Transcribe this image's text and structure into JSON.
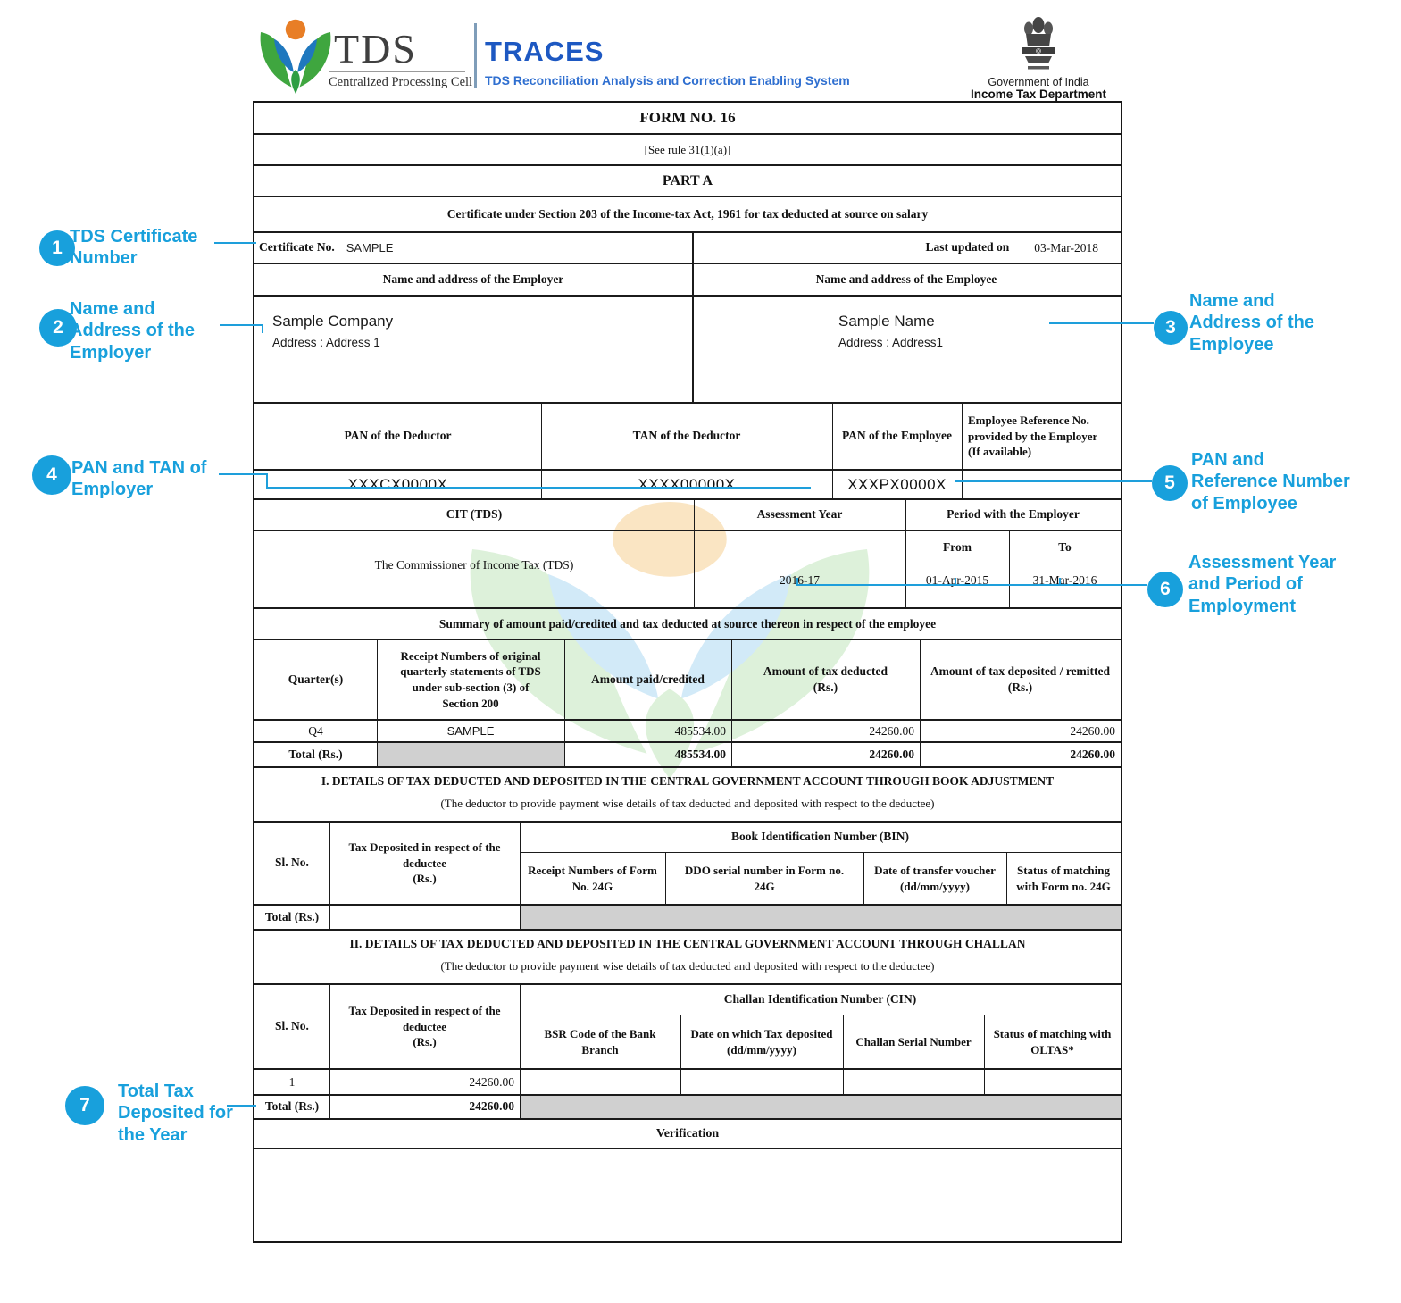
{
  "colors": {
    "accent_blue": "#18A0DC",
    "traces_blue": "#1D58C2",
    "traces_subtitle_blue": "#2F6FD0",
    "logo_green": "#3FA63F",
    "logo_blue": "#1F78BE",
    "logo_orange": "#E87E26",
    "watermark_green": "#DDF1DA",
    "watermark_blue": "#D2EAF8",
    "watermark_orange": "#FAE5C3",
    "table_gray_fill": "#D0D0D0"
  },
  "header": {
    "tds_title": "TDS",
    "tds_subtitle": "Centralized Processing Cell",
    "traces_title": "TRACES",
    "traces_subtitle": "TDS Reconciliation Analysis and Correction Enabling System",
    "govt_line1": "Government of India",
    "govt_line2": "Income Tax Department"
  },
  "form": {
    "title": "FORM NO. 16",
    "rule": "[See rule 31(1)(a)]",
    "part": "PART A",
    "certificate_heading": "Certificate under Section 203 of the Income-tax Act, 1961 for tax deducted at source on salary",
    "certificate_no_label": "Certificate No.",
    "certificate_no_value": "SAMPLE",
    "last_updated_label": "Last updated on",
    "last_updated_value": "03-Mar-2018",
    "employer_header": "Name and address of the Employer",
    "employee_header": "Name and address of the Employee",
    "employer_name": "Sample Company",
    "employer_address": "Address : Address 1",
    "employee_name": "Sample Name",
    "employee_address": "Address : Address1",
    "pan_headers": [
      "PAN of the Deductor",
      "TAN of the Deductor",
      "PAN of the Employee",
      "Employee Reference No.\nprovided by the Employer\n(If available)"
    ],
    "pan_values": [
      "XXXCX0000X",
      "XXXX00000X",
      "XXXPX0000X"
    ],
    "cit_header": "CIT (TDS)",
    "ay_header": "Assessment Year",
    "period_header": "Period with the Employer",
    "from_label": "From",
    "to_label": "To",
    "cit_value": "The Commissioner of Income Tax (TDS)",
    "ay_value": "2016-17",
    "from_value": "01-Apr-2015",
    "to_value": "31-Mar-2016",
    "summary_title": "Summary of amount paid/credited and tax deducted at source thereon in respect of the employee",
    "summary_headers": [
      "Quarter(s)",
      "Receipt Numbers of original\nquarterly statements of TDS\nunder sub-section (3) of\nSection 200",
      "Amount paid/credited",
      "Amount of tax deducted\n(Rs.)",
      "Amount of tax deposited / remitted\n(Rs.)"
    ],
    "summary_row": {
      "quarter": "Q4",
      "receipt": "SAMPLE",
      "paid": "485534.00",
      "deducted": "24260.00",
      "deposited": "24260.00"
    },
    "summary_total": {
      "label": "Total (Rs.)",
      "paid": "485534.00",
      "deducted": "24260.00",
      "deposited": "24260.00"
    },
    "section1": {
      "title": "I. DETAILS OF TAX DEDUCTED AND DEPOSITED IN THE CENTRAL GOVERNMENT ACCOUNT THROUGH BOOK ADJUSTMENT",
      "subtitle": "(The deductor to provide payment wise details of tax deducted and deposited with respect to the deductee)",
      "sl_header": "Sl. No.",
      "tax_header": "Tax Deposited in respect of the\ndeductee\n(Rs.)",
      "bin_header": "Book Identification Number (BIN)",
      "sub_headers": [
        "Receipt Numbers of Form\nNo. 24G",
        "DDO serial number in Form no.\n24G",
        "Date of transfer voucher\n(dd/mm/yyyy)",
        "Status of matching\nwith Form no. 24G"
      ],
      "total_label": "Total (Rs.)"
    },
    "section2": {
      "title": "II. DETAILS OF TAX DEDUCTED AND DEPOSITED IN THE CENTRAL GOVERNMENT ACCOUNT THROUGH CHALLAN",
      "subtitle": "(The deductor to provide payment wise details of tax deducted and deposited with respect to the deductee)",
      "sl_header": "Sl. No.",
      "tax_header": "Tax Deposited in respect of the\ndeductee\n(Rs.)",
      "cin_header": "Challan Identification Number (CIN)",
      "sub_headers": [
        "BSR Code of the Bank\nBranch",
        "Date on which Tax deposited\n(dd/mm/yyyy)",
        "Challan Serial Number",
        "Status of matching with\nOLTAS*"
      ],
      "row": {
        "sl": "1",
        "tax": "24260.00"
      },
      "total_label": "Total (Rs.)",
      "total_tax": "24260.00"
    },
    "verification_label": "Verification"
  },
  "annotations": [
    {
      "num": "1",
      "label": "TDS Certificate\nNumber"
    },
    {
      "num": "2",
      "label": "Name and\nAddress of the\nEmployer"
    },
    {
      "num": "3",
      "label": "Name and\nAddress of the\nEmployee"
    },
    {
      "num": "4",
      "label": "PAN and TAN of\nEmployer"
    },
    {
      "num": "5",
      "label": "PAN and\nReference Number\nof Employee"
    },
    {
      "num": "6",
      "label": "Assessment Year\nand Period of\nEmployment"
    },
    {
      "num": "7",
      "label": "Total Tax\nDeposited for\nthe Year"
    }
  ]
}
